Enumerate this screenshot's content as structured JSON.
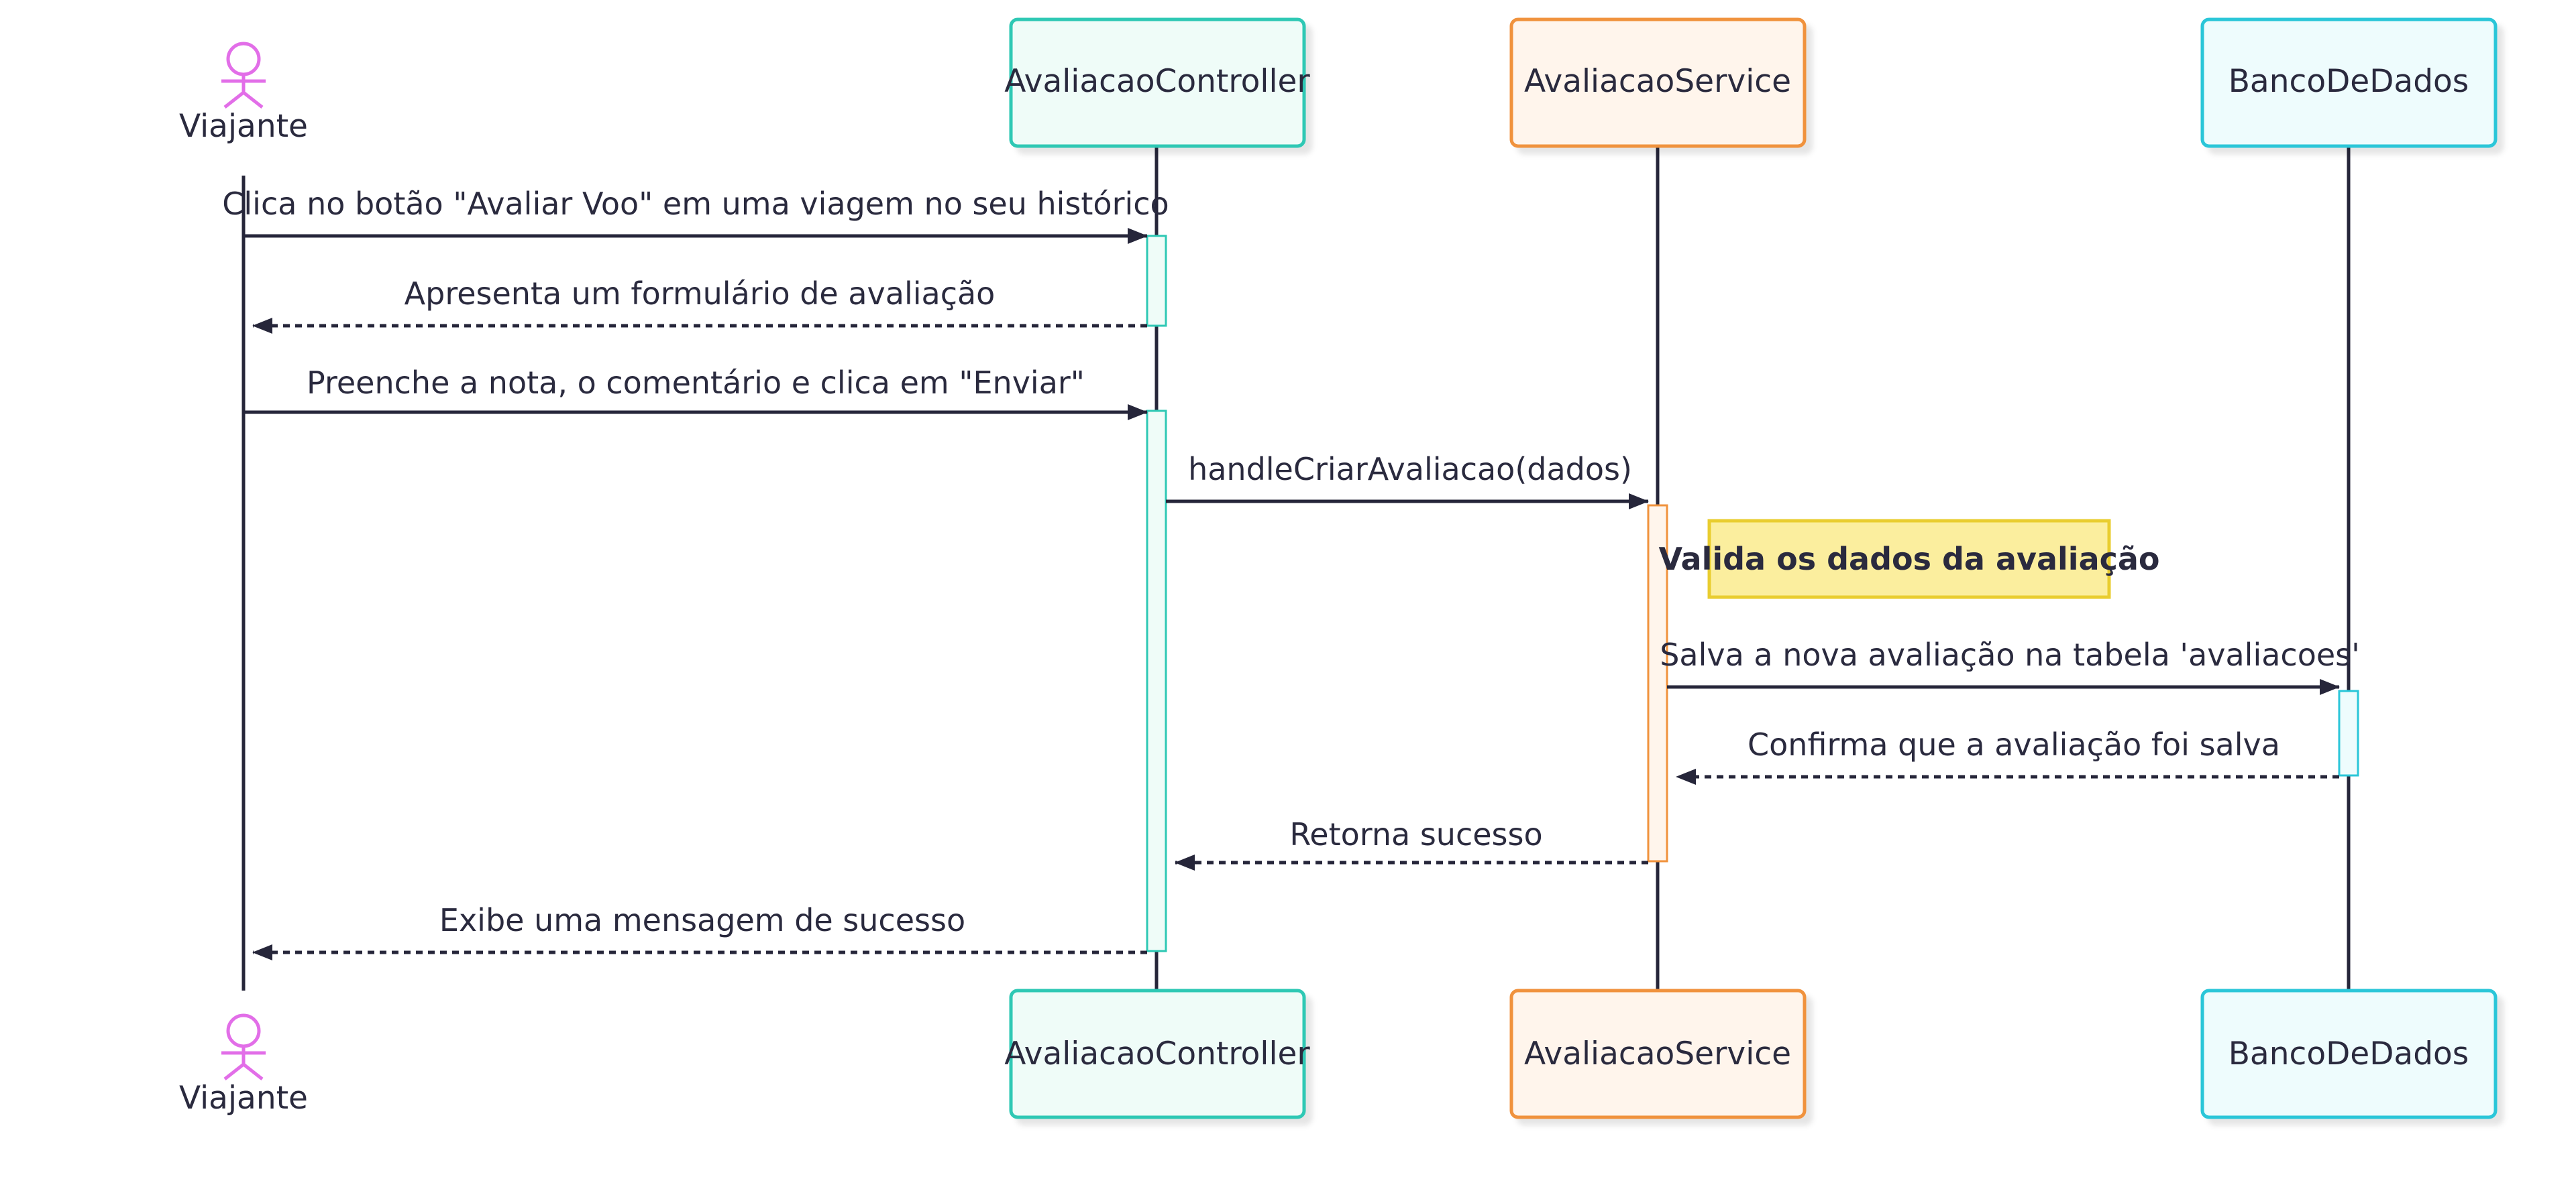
{
  "colors": {
    "line": "#26263a",
    "controller": {
      "fill": "#effcf8",
      "stroke": "#2ec8b4"
    },
    "service": {
      "fill": "#fff5ec",
      "stroke": "#f0923c"
    },
    "database": {
      "fill": "#eefcfd",
      "stroke": "#2ac6d8"
    },
    "actor": "#e26ee8",
    "note": {
      "fill": "#fbee9e",
      "stroke": "#e9cd2f"
    }
  },
  "participants": {
    "actor": {
      "label": "Viajante"
    },
    "controller": {
      "label": "AvaliacaoController"
    },
    "service": {
      "label": "AvaliacaoService"
    },
    "database": {
      "label": "BancoDeDados"
    }
  },
  "messages": [
    {
      "text": "Clica no botão \"Avaliar Voo\" em uma viagem no seu histórico",
      "from": "actor",
      "to": "controller",
      "style": "solid"
    },
    {
      "text": "Apresenta um formulário de avaliação",
      "from": "controller",
      "to": "actor",
      "style": "dashed"
    },
    {
      "text": "Preenche a nota, o comentário e clica em \"Enviar\"",
      "from": "actor",
      "to": "controller",
      "style": "solid"
    },
    {
      "text": "handleCriarAvaliacao(dados)",
      "from": "controller",
      "to": "service",
      "style": "solid"
    },
    {
      "text": "Salva a nova avaliação na tabela 'avaliacoes'",
      "from": "service",
      "to": "database",
      "style": "solid"
    },
    {
      "text": "Confirma que a avaliação foi salva",
      "from": "database",
      "to": "service",
      "style": "dashed"
    },
    {
      "text": "Retorna sucesso",
      "from": "service",
      "to": "controller",
      "style": "dashed"
    },
    {
      "text": "Exibe uma mensagem de sucesso",
      "from": "controller",
      "to": "actor",
      "style": "dashed"
    }
  ],
  "note": {
    "text": "Valida os dados da avaliação"
  }
}
